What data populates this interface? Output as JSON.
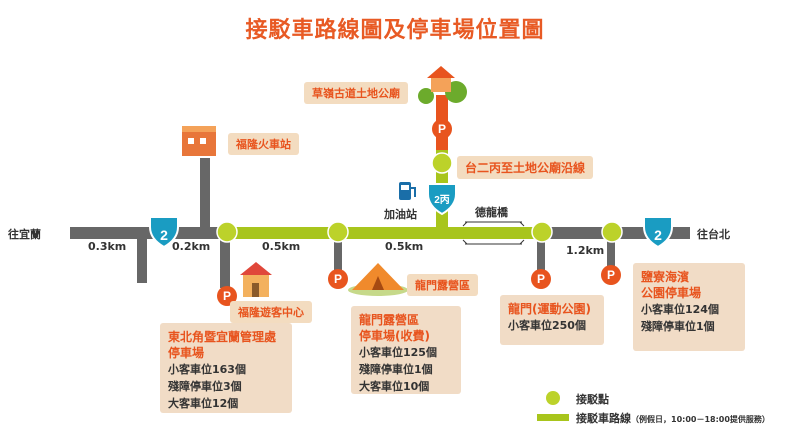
{
  "title": "接駁車路線圖及停車場位置圖",
  "colors": {
    "road": "#676767",
    "route": "#a8c51c",
    "orange": "#e8541e",
    "box": "#f1dcc6",
    "shield": "#1a9cc2"
  },
  "places": {
    "west_end": "往宜蘭",
    "east_end": "往台北",
    "temple": "草嶺古道土地公廟",
    "train": "福隆火車站",
    "route_2c": "台二丙至土地公廟沿線",
    "gas": "加油站",
    "bridge": "德龍橋",
    "visitor": "福隆遊客中心",
    "camp": "龍門露營區"
  },
  "distances": {
    "d1": "0.3km",
    "d2": "0.2km",
    "d3": "0.5km",
    "d4": "0.5km",
    "d5": "1.2km"
  },
  "shields": {
    "west": "2",
    "center": "2丙",
    "east": "2"
  },
  "parking": [
    {
      "title": "東北角暨宜蘭管理處\n停車場",
      "details": [
        "小客車位163個",
        "殘障停車位3個",
        "大客車位12個"
      ]
    },
    {
      "title": "龍門露營區\n停車場(收費)",
      "details": [
        "小客車位125個",
        "殘障停車位1個",
        "大客車位10個"
      ]
    },
    {
      "title": "龍門(運動公園)",
      "details": [
        "小客車位250個"
      ]
    },
    {
      "title": "鹽寮海濱\n公園停車場",
      "details": [
        "小客車位124個",
        "殘障停車位1個"
      ]
    }
  ],
  "parking_icon": "P",
  "legend": {
    "stop": "接駁點",
    "route": "接駁車路線",
    "route_note": "（例假日，10:00－18:00提供服務）"
  }
}
